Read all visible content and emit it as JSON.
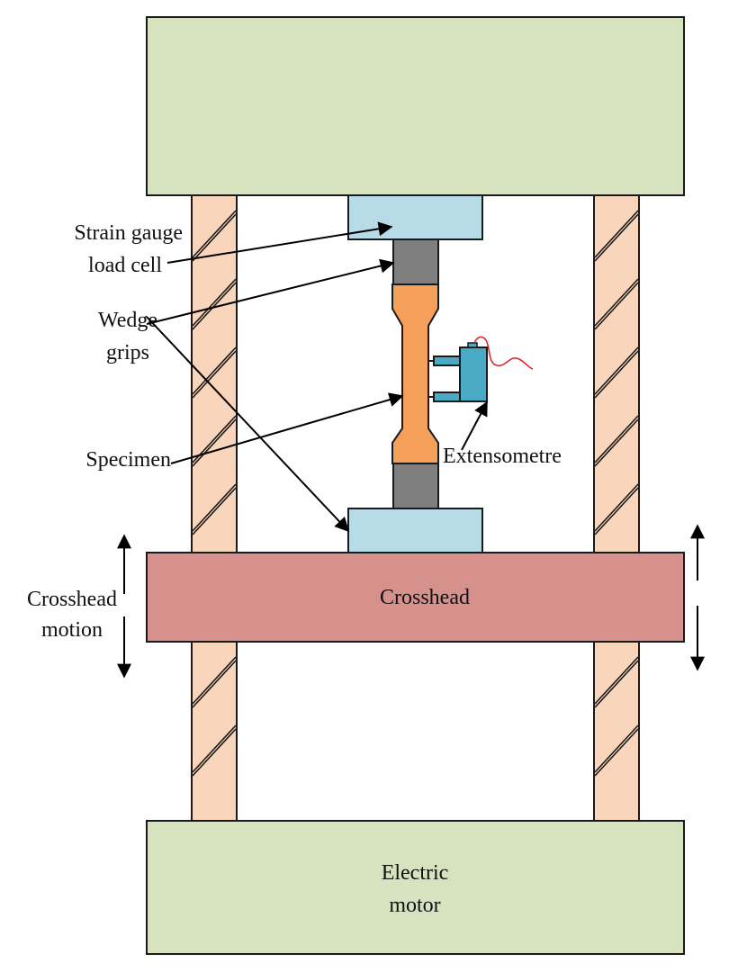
{
  "diagram": {
    "title": "Universal tensile testing machine schematic",
    "colors": {
      "frame": "#d7e2be",
      "screw": "#f9d6bb",
      "load_block": "#b7dce8",
      "grip": "#7f7f7f",
      "specimen": "#f4a05a",
      "crosshead": "#d6918d",
      "extensometre": "#4aa9c4",
      "wire": "#e0262b",
      "outline": "#1a1a1a"
    },
    "components": {
      "top_frame": {
        "label": ""
      },
      "crosshead": {
        "label": "Crosshead"
      },
      "motor": {
        "label_line1": "Electric",
        "label_line2": "motor"
      }
    },
    "annotations": {
      "load_cell": {
        "line1": "Strain gauge",
        "line2": "load cell"
      },
      "wedge_grips": {
        "line1": "Wedge",
        "line2": "grips"
      },
      "specimen": {
        "text": "Specimen"
      },
      "extensometre": {
        "text": "Extensometre"
      },
      "crosshead_motion": {
        "line1": "Crosshead",
        "line2": "motion"
      }
    }
  }
}
